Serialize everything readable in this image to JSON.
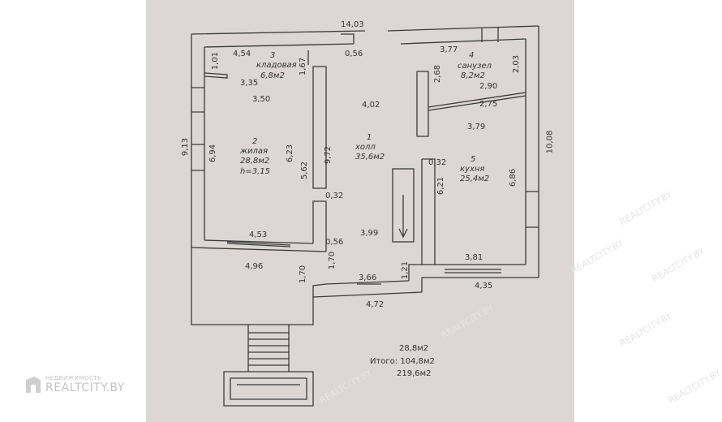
{
  "rooms": {
    "r3": {
      "num": "3",
      "name": "кладовая",
      "area": "6,8м2"
    },
    "r4": {
      "num": "4",
      "name": "санузел",
      "area": "8,2м2"
    },
    "r2": {
      "num": "2",
      "name": "жилая",
      "area": "28,8м2",
      "height": "h=3,15"
    },
    "r1": {
      "num": "1",
      "name": "холл",
      "area": "35,6м2"
    },
    "r5": {
      "num": "5",
      "name": "кухня",
      "area": "25,4м2"
    }
  },
  "dims": {
    "top_total": "14,03",
    "d_454": "4,54",
    "d_056a": "0,56",
    "d_101": "1,01",
    "d_167": "1,67",
    "d_335": "3,35",
    "d_350": "3,50",
    "d_913": "9,13",
    "d_694": "6,94",
    "d_623": "6,23",
    "d_562": "5,62",
    "d_972": "9,72",
    "d_402": "4,02",
    "d_377": "3,77",
    "d_203": "2,03",
    "d_268": "2,68",
    "d_290": "2,90",
    "d_275": "2,75",
    "d_379": "3,79",
    "d_1008": "10,08",
    "d_032a": "0,32",
    "d_621": "6,21",
    "d_686": "6,86",
    "d_032b": "0,32",
    "d_453": "4,53",
    "d_399": "3,99",
    "d_056b": "0,56",
    "d_496": "4,96",
    "d_170a": "1,70",
    "d_170b": "1,70",
    "d_366": "3,66",
    "d_121": "1,21",
    "d_381": "3,81",
    "d_435": "4,35",
    "d_472": "4,72"
  },
  "summary": {
    "line1": "28,8м2",
    "line2": "Итого: 104,8м2",
    "line3": "219,6м2"
  },
  "watermark": {
    "text": "REALTCITY.BY",
    "sub": "НЕДВИЖИМОСТЬ",
    "brand": "REALTCITY.BY"
  }
}
